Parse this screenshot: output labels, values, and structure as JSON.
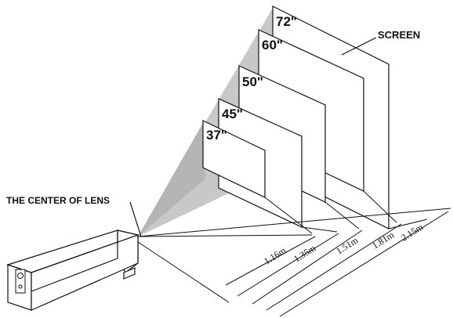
{
  "diagram": {
    "screen_label": "SCREEN",
    "lens_label": "THE CENTER OF LENS",
    "screen_sizes": [
      "72\"",
      "60\"",
      "50\"",
      "45\"",
      "37\""
    ],
    "distances": [
      "1.16m",
      "1.35m",
      "1.51m",
      "1.81m",
      "2.15m"
    ]
  },
  "colors": {
    "beam": "#c8c8c8",
    "line": "#111111",
    "screen_fill": "#ffffff"
  }
}
